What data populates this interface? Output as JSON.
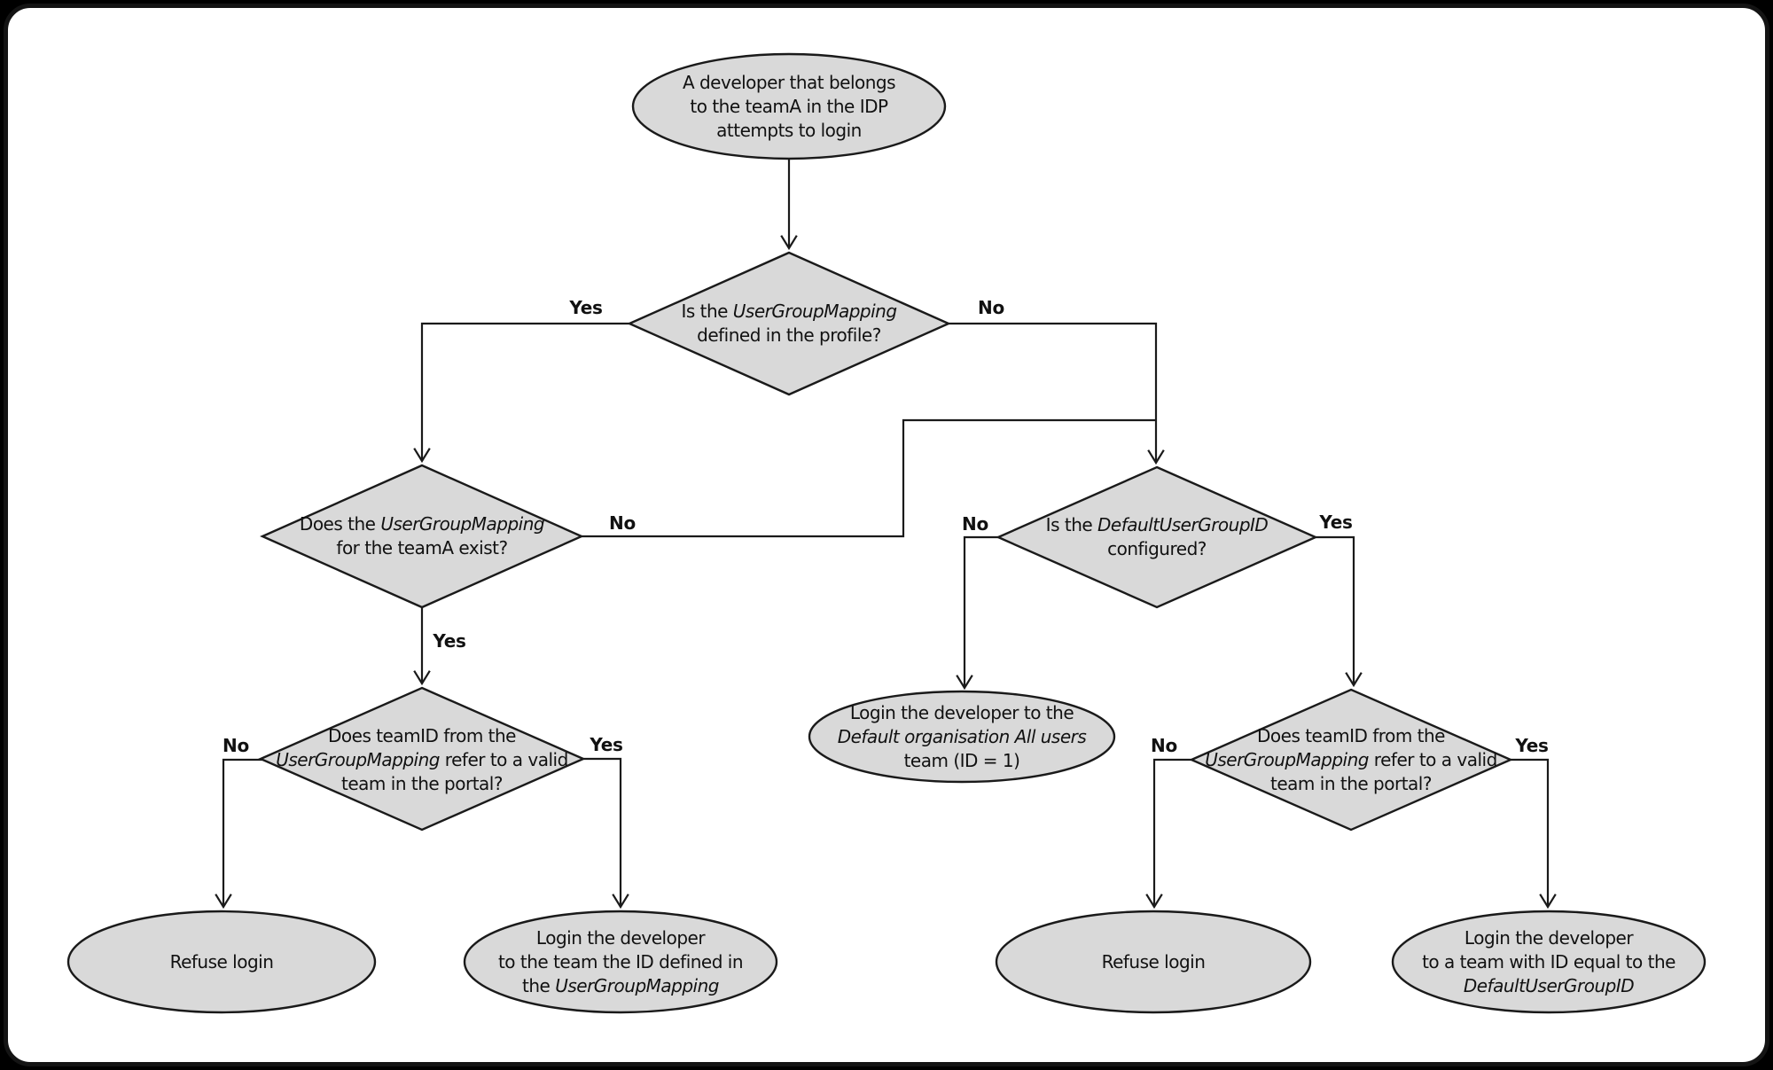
{
  "colors": {
    "node_fill": "#d9d9d9",
    "node_stroke": "#1a1a1a",
    "edge_stroke": "#1a1a1a",
    "canvas_bg": "#ffffff",
    "frame_bg": "#000000",
    "text": "#111111"
  },
  "nodes": {
    "start": {
      "line1": "A developer that belongs",
      "line2": "to the teamA in the IDP",
      "line3": "attempts to login"
    },
    "ugm_defined": {
      "l1_pre": "Is the ",
      "l1_italic": "UserGroupMapping",
      "line2": "defined in the profile?"
    },
    "ugm_exists": {
      "l1_pre": "Does the ",
      "l1_italic": "UserGroupMapping",
      "line2": "for the teamA exist?"
    },
    "teamid_valid_left": {
      "line1": "Does teamID from the",
      "l2_italic": "UserGroupMapping",
      "l2_post": " refer to a valid",
      "line3": "team in the portal?"
    },
    "dugid_configured": {
      "l1_pre": "Is the ",
      "l1_italic": "DefaultUserGroupID",
      "line2": "configured?"
    },
    "teamid_valid_right": {
      "line1": "Does teamID from the",
      "l2_italic": "UserGroupMapping",
      "l2_post": " refer to a valid",
      "line3": "team in the portal?"
    },
    "refuse_left": {
      "line1": "Refuse login"
    },
    "login_ugm": {
      "line1": "Login the developer",
      "line2": "to the team the ID defined in",
      "l3_pre": "the ",
      "l3_italic": "UserGroupMapping"
    },
    "default_org": {
      "line1": "Login the developer to the",
      "l2_italic": "Default organisation All users",
      "line3": "team (ID = 1)"
    },
    "refuse_right": {
      "line1": "Refuse login"
    },
    "login_dugid": {
      "line1": "Login the developer",
      "line2": "to a team with ID equal to the",
      "l3_italic": "DefaultUserGroupID"
    }
  },
  "edges": {
    "d1_yes": "Yes",
    "d1_no": "No",
    "d2_yes": "Yes",
    "d2_no": "No",
    "d3_yes": "Yes",
    "d3_no": "No",
    "d4_yes": "Yes",
    "d4_no": "No",
    "d5_yes": "Yes",
    "d5_no": "No"
  }
}
